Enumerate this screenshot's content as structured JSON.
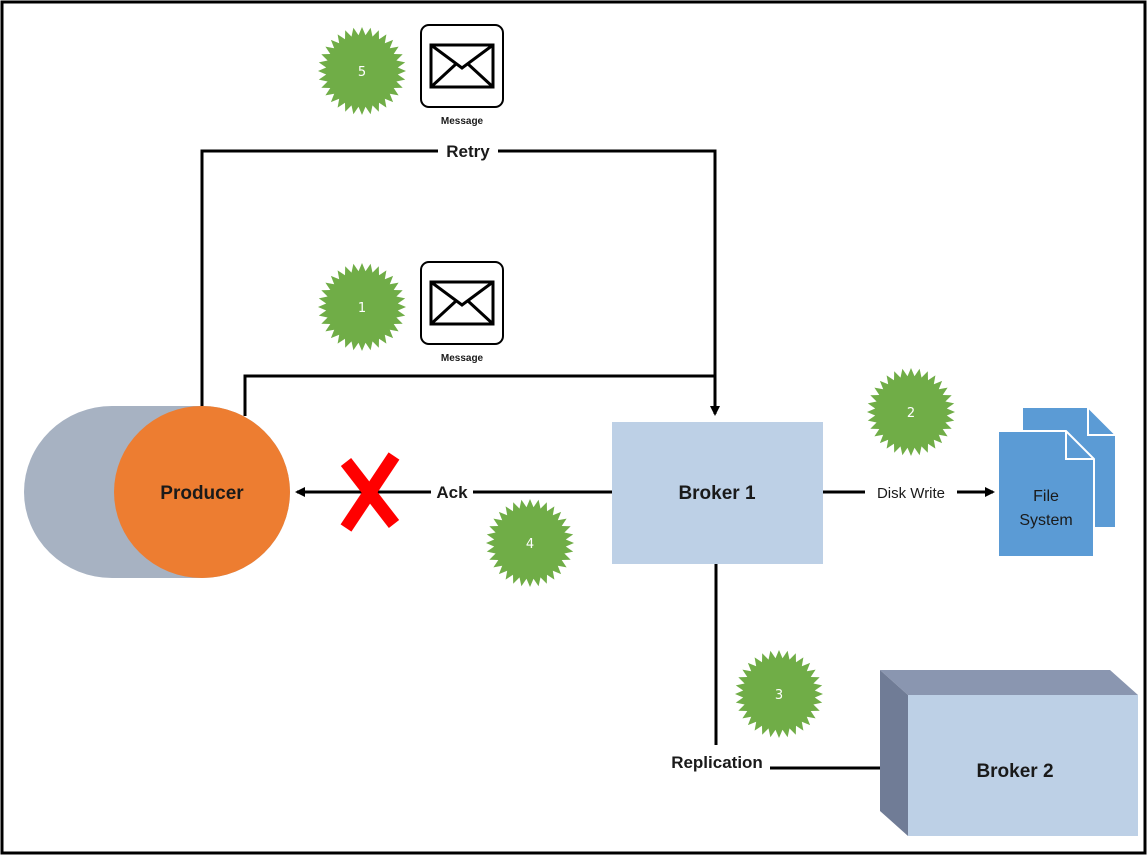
{
  "nodes": {
    "producer": "Producer",
    "broker1": "Broker 1",
    "broker2": "Broker 2",
    "file_system_line1": "File",
    "file_system_line2": "System"
  },
  "edges": {
    "retry": "Retry",
    "ack": "Ack",
    "disk_write": "Disk Write",
    "replication": "Replication"
  },
  "messages": {
    "top": "Message",
    "middle": "Message"
  },
  "steps": {
    "s1": "1",
    "s2": "2",
    "s3": "3",
    "s4": "4",
    "s5": "5"
  },
  "icons": {
    "envelope": "envelope-icon",
    "failure_mark": "red-x-icon",
    "file": "document-stack-icon"
  },
  "colors": {
    "producer": "#ed7d31",
    "cylinder_body": "#a7b2c2",
    "broker": "#bdd0e6",
    "broker2_top": "#8a96b0",
    "broker2_side": "#707c96",
    "file_system": "#5b9bd5",
    "step_badge": "#70ad47",
    "failure": "#ff0000"
  }
}
